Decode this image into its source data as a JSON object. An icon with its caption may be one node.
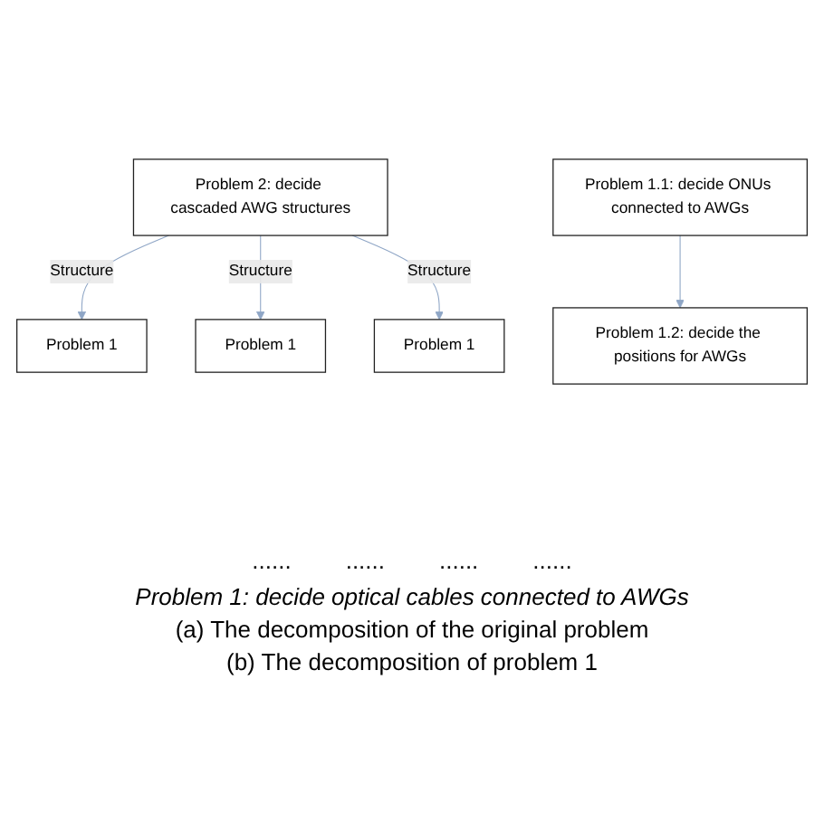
{
  "diagram": {
    "nodes": [
      {
        "text": [
          "Problem 2: decide cascaded AWG structures"
        ]
      },
      {
        "text": [
          "Problem 1"
        ]
      },
      {
        "text": [
          "Problem 1"
        ]
      },
      {
        "text": [
          "Problem 1"
        ]
      },
      {
        "text": [
          "Problem 1.1: decide ONUs connected to AWGs"
        ]
      },
      {
        "text": [
          "Problem 1.2: decide the positions for AWGs"
        ]
      }
    ],
    "edges": [
      {
        "from": 0,
        "to": 1,
        "arrow": "to",
        "label": "Structure"
      },
      {
        "from": 0,
        "to": 2,
        "arrow": "to",
        "label": "Structure"
      },
      {
        "from": 0,
        "to": 3,
        "arrow": "to",
        "label": "Structure"
      },
      {
        "from": 4,
        "to": 5,
        "arrow": "to"
      }
    ],
    "labels": [
      "......",
      "......",
      "......",
      "......",
      "Problem 1: decide optical cables connected to AWGs",
      "(a) The decomposition of the original problem",
      "(b) The decomposition of problem 1"
    ]
  }
}
